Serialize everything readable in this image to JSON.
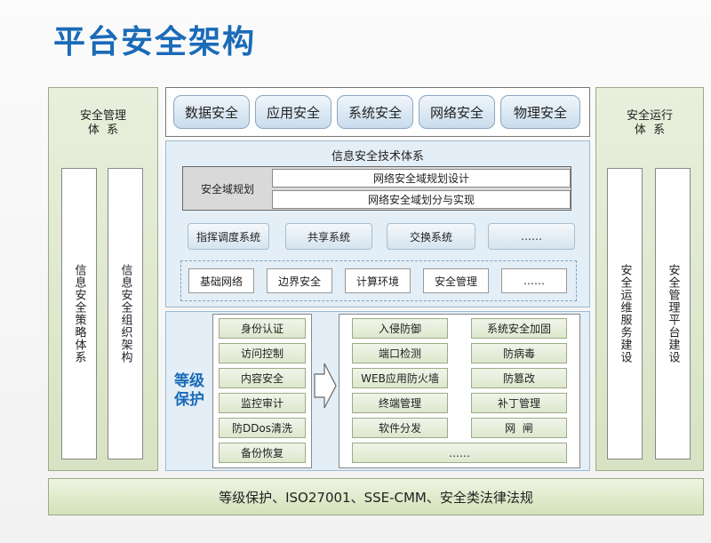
{
  "title": "平台安全架构",
  "left_panel": {
    "title_lines": [
      "安全管理",
      "体  系"
    ],
    "columns": [
      "信息安全策略体系",
      "信息安全组织架构"
    ]
  },
  "right_panel": {
    "title_lines": [
      "安全运行",
      "体  系"
    ],
    "columns": [
      "安全运维服务建设",
      "安全管理平台建设"
    ]
  },
  "top_pills": [
    "数据安全",
    "应用安全",
    "系统安全",
    "网络安全",
    "物理安全"
  ],
  "tech_system": {
    "title": "信息安全技术体系",
    "domain_planning": {
      "label": "安全域规划",
      "items": [
        "网络安全域规划设计",
        "网络安全域划分与实现"
      ]
    },
    "row_systems": [
      "指挥调度系统",
      "共享系统",
      "交换系统",
      "……"
    ],
    "row_base": [
      "基础网络",
      "边界安全",
      "计算环境",
      "安全管理",
      "……"
    ]
  },
  "level_protection": {
    "label_lines": [
      "等级",
      "保护"
    ],
    "left_items": [
      "身份认证",
      "访问控制",
      "内容安全",
      "监控审计",
      "防DDos清洗",
      "备份恢复"
    ],
    "right_grid": [
      [
        "入侵防御",
        "系统安全加固"
      ],
      [
        "端口检测",
        "防病毒"
      ],
      [
        "WEB应用防火墙",
        "防篡改"
      ],
      [
        "终端管理",
        "补丁管理"
      ],
      [
        "软件分发",
        "网  闸"
      ]
    ],
    "right_last": "……"
  },
  "bottom_bar": "等级保护、ISO27001、SSE-CMM、安全类法律法规"
}
